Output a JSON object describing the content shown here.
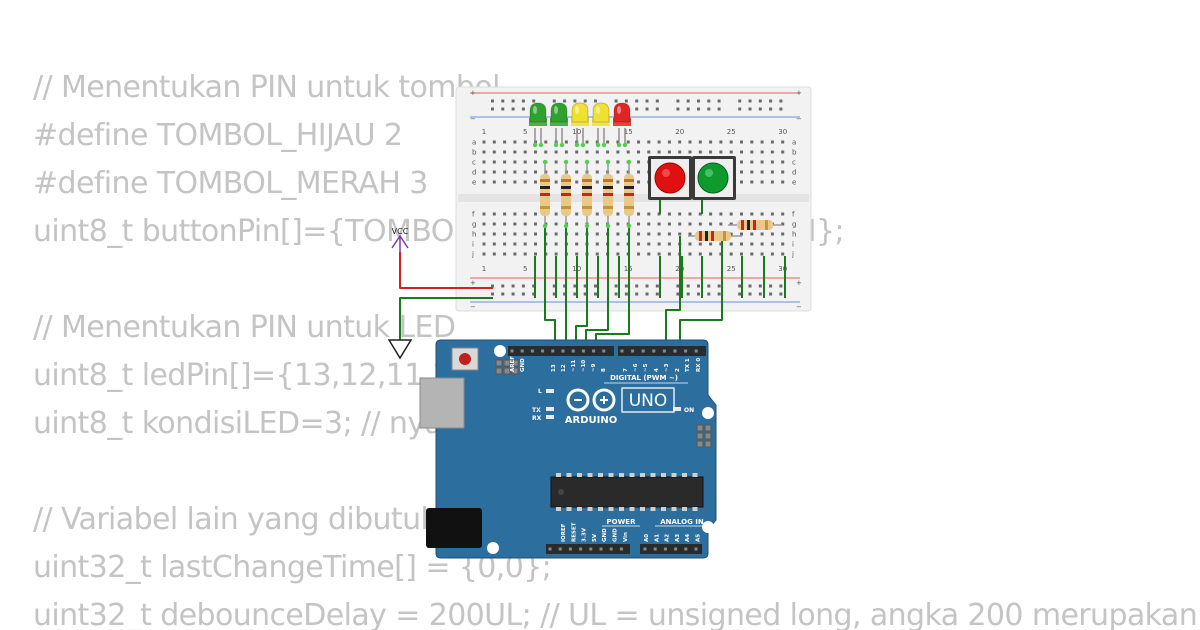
{
  "code": {
    "lines": [
      "// Menentukan PIN untuk tombol",
      "#define TOMBOL_HIJAU 2",
      "#define TOMBOL_MERAH 3",
      "uint8_t buttonPin[]={TOMBOL_HIJAU,TOMBOL_MERAH};",
      "",
      "// Menentukan PIN untuk LED",
      "uint8_t ledPin[]={13,12,11,10,9};",
      "uint8_t kondisiLED=3; // nyala",
      "",
      "// Variabel lain yang dibutuhkan",
      "uint32_t lastChangeTime[] = {0,0};",
      "uint32_t debounceDelay = 200UL; // UL = unsigned long, angka 200 merupakan"
    ]
  },
  "circuit": {
    "vcc_label": "VCC",
    "breadboard": {
      "column_numbers": [
        "1",
        "5",
        "10",
        "15",
        "20",
        "25",
        "30"
      ],
      "row_letters_top": [
        "a",
        "b",
        "c",
        "d",
        "e"
      ],
      "row_letters_bottom": [
        "f",
        "g",
        "h",
        "i",
        "j"
      ],
      "plus": "+",
      "minus": "−"
    },
    "leds": [
      {
        "color": "green",
        "hex": "#2fa12f"
      },
      {
        "color": "green",
        "hex": "#2fa12f"
      },
      {
        "color": "yellow",
        "hex": "#f0e030"
      },
      {
        "color": "yellow",
        "hex": "#f0e030"
      },
      {
        "color": "red",
        "hex": "#e02525"
      }
    ],
    "buttons": [
      {
        "color": "red",
        "hex": "#e01010"
      },
      {
        "color": "green",
        "hex": "#0f9a2e"
      }
    ],
    "wire_colors": {
      "green": "#1b7a1b",
      "red": "#d42020",
      "black": "#222222"
    },
    "arduino": {
      "board_color": "#2c6e9e",
      "brand": "ARDUINO",
      "model": "UNO",
      "digital_label": "DIGITAL (PWM ~)",
      "power_label": "POWER",
      "analog_label": "ANALOG IN",
      "on_label": "ON",
      "l_label": "L",
      "tx_label": "TX",
      "rx_label": "RX",
      "digital_pins": [
        "AREF",
        "GND",
        "13",
        "12",
        "~11",
        "~10",
        "~9",
        "8",
        "7",
        "~6",
        "~5",
        "4",
        "~3",
        "2",
        "TX 1",
        "RX 0"
      ],
      "power_pins": [
        "IOREF",
        "RESET",
        "3.3V",
        "5V",
        "GND",
        "GND",
        "Vin"
      ],
      "analog_pins": [
        "A0",
        "A1",
        "A2",
        "A3",
        "A4",
        "A5"
      ]
    }
  }
}
